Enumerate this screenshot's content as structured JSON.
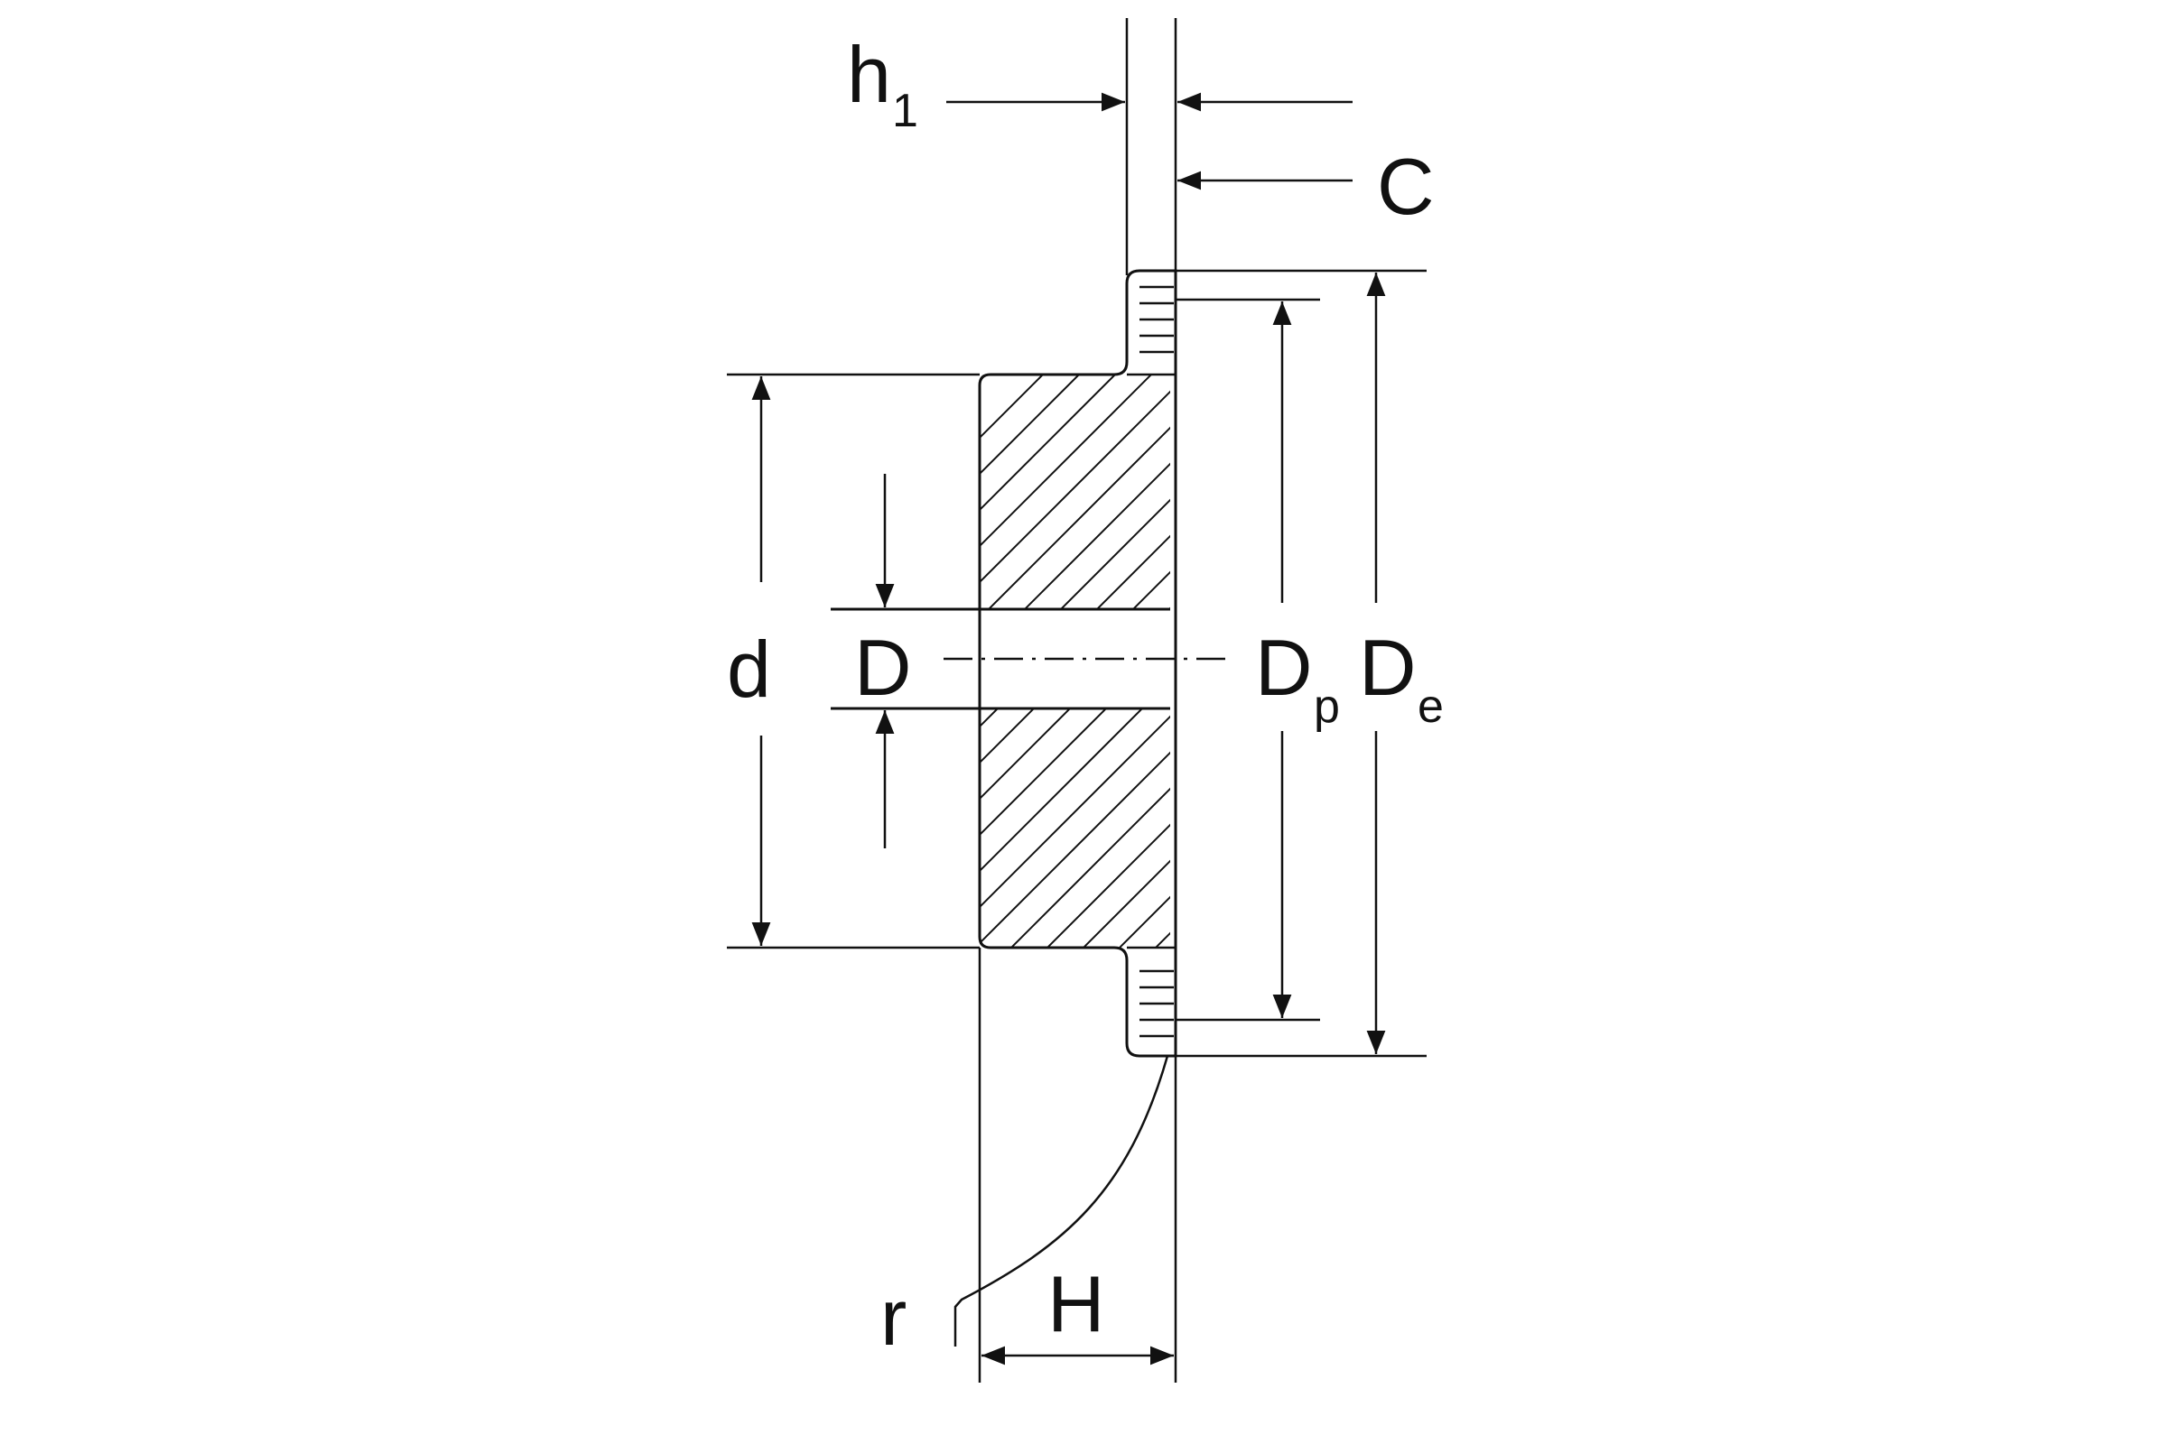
{
  "figure": "sprocket cross-section dimension drawing",
  "labels": {
    "h1_main": "h",
    "h1_sub": "1",
    "c": "C",
    "d": "d",
    "D": "D",
    "dp_main": "D",
    "dp_sub": "p",
    "de_main": "D",
    "de_sub": "e",
    "r": "r",
    "H": "H"
  }
}
